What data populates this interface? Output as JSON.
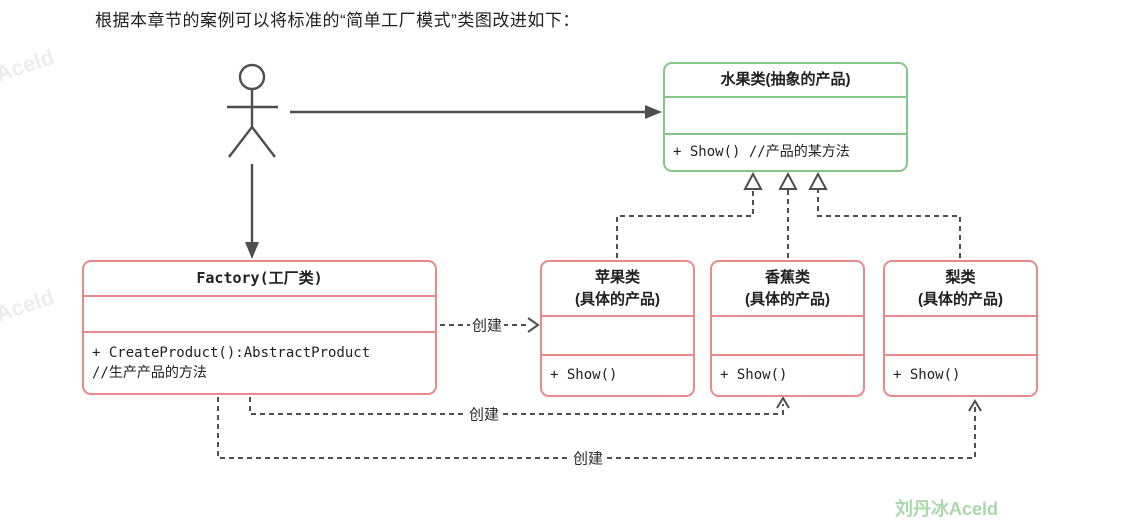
{
  "page_title": "根据本章节的案例可以将标准的“简单工厂模式”类图改进如下：",
  "colors": {
    "red_border": "#e8898d",
    "green_border": "#85c78a",
    "line_color": "#4f4f4f",
    "text_color": "#1f1f1f",
    "watermark_corner": "#a9d8a9",
    "watermark_faint": "#ededed"
  },
  "classes": {
    "fruit": {
      "name": "水果类(抽象的产品)",
      "methods": [
        "+ Show() //产品的某方法"
      ]
    },
    "factory": {
      "name": "Factory(工厂类)",
      "methods": [
        "+ CreateProduct():AbstractProduct",
        "//生产产品的方法"
      ]
    },
    "apple": {
      "name_line1": "苹果类",
      "name_line2": "(具体的产品)",
      "methods": [
        "+ Show()"
      ]
    },
    "banana": {
      "name_line1": "香蕉类",
      "name_line2": "(具体的产品)",
      "methods": [
        "+ Show()"
      ]
    },
    "pear": {
      "name_line1": "梨类",
      "name_line2": "(具体的产品)",
      "methods": [
        "+ Show()"
      ]
    }
  },
  "edges": {
    "create_label_1": "创建",
    "create_label_2": "创建",
    "create_label_3": "创建"
  },
  "watermarks": {
    "corner": "刘丹冰Aceld",
    "diagonal": "刘丹冰Aceld"
  }
}
